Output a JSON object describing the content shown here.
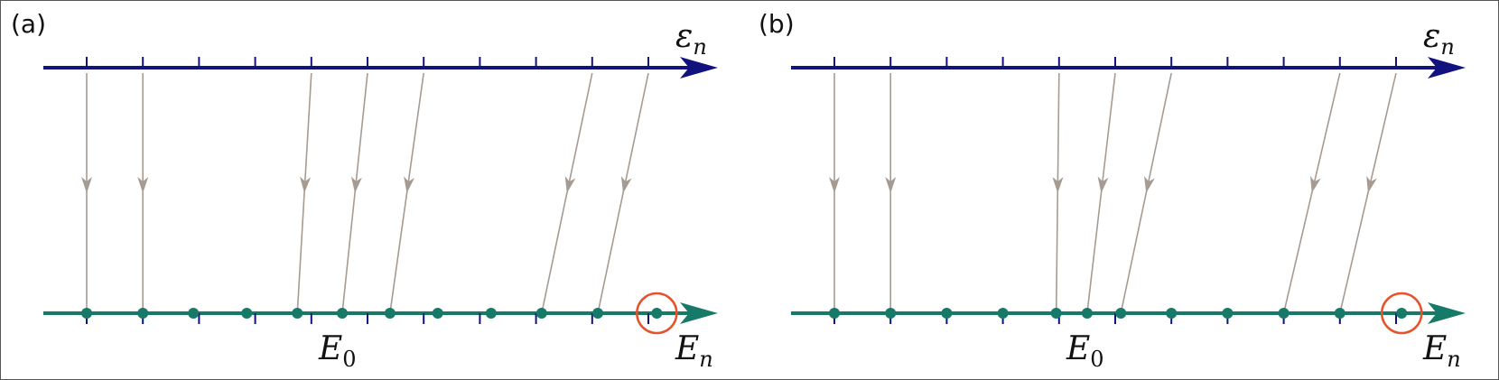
{
  "panels": [
    {
      "label": "(a)",
      "top_axis": {
        "symbol": "ε",
        "subscript": "n"
      },
      "bottom_axis": {
        "symbol": "E",
        "subscript": "n"
      },
      "marker": {
        "symbol": "E",
        "subscript": "0"
      },
      "top_ticks": [
        0,
        1,
        2,
        3,
        4,
        5,
        6,
        7,
        8,
        9,
        10
      ],
      "bottom_dots": [
        0,
        1,
        1.9,
        2.85,
        3.75,
        4.55,
        5.4,
        6.25,
        7.2,
        8.1,
        9.1,
        10.15
      ],
      "mappings": [
        [
          0,
          0
        ],
        [
          1,
          1
        ],
        [
          4,
          3.75
        ],
        [
          5,
          4.55
        ],
        [
          6,
          5.4
        ],
        [
          9,
          8.1
        ],
        [
          10,
          9.1
        ]
      ],
      "highlight_dot": 10.15
    },
    {
      "label": "(b)",
      "top_axis": {
        "symbol": "ε",
        "subscript": "n"
      },
      "bottom_axis": {
        "symbol": "E",
        "subscript": "n"
      },
      "marker": {
        "symbol": "E",
        "subscript": "0"
      },
      "top_ticks": [
        0,
        1,
        2,
        3,
        4,
        5,
        6,
        7,
        8,
        9,
        10
      ],
      "bottom_dots": [
        0,
        1,
        2,
        3,
        3.95,
        4.5,
        5.1,
        6,
        7,
        8,
        9,
        10.1
      ],
      "mappings": [
        [
          0,
          0
        ],
        [
          1,
          1
        ],
        [
          4,
          3.95
        ],
        [
          5,
          4.5
        ],
        [
          6,
          5.1
        ],
        [
          9,
          8
        ],
        [
          10,
          9
        ]
      ],
      "highlight_dot": 10.1
    }
  ],
  "colors": {
    "top_axis": "#12127f",
    "bottom_axis": "#177a68",
    "arrow": "#a69b92",
    "highlight": "#e6522b",
    "frame": "#555555"
  }
}
